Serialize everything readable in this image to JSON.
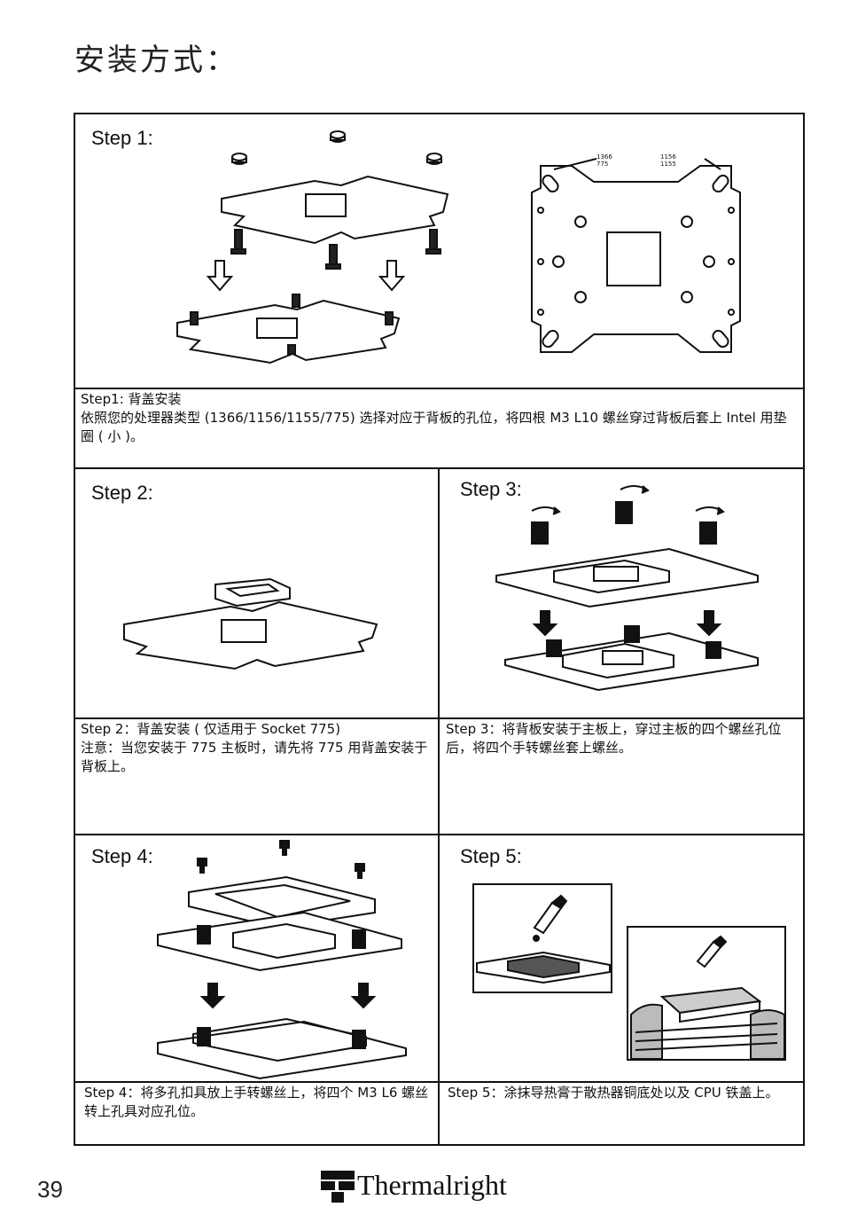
{
  "page": {
    "title": "安装方式：",
    "page_number": "39",
    "brand": "Thermalright"
  },
  "steps": [
    {
      "label": "Step 1:",
      "heading": "Step1: 背盖安装",
      "text": "依照您的处理器类型 (1366/1156/1155/775) 选择对应于背板的孔位，将四根 M3 L10 螺丝穿过背板后套上 Intel 用垫圈 ( 小 )。",
      "callouts": [
        "1366",
        "775",
        "1156",
        "1155"
      ]
    },
    {
      "label": "Step 2:",
      "heading": "Step 2：背盖安装 ( 仅适用于 Socket 775)",
      "text": "注意：当您安装于 775 主板时，请先将 775 用背盖安装于背板上。"
    },
    {
      "label": "Step 3:",
      "heading": "",
      "text": "Step 3：将背板安装于主板上，穿过主板的四个螺丝孔位后，将四个手转螺丝套上螺丝。"
    },
    {
      "label": "Step 4:",
      "heading": "",
      "text": "Step 4：将多孔扣具放上手转螺丝上，将四个 M3 L6 螺丝转上孔具对应孔位。"
    },
    {
      "label": "Step 5:",
      "heading": "",
      "text": "Step 5：涂抹导热膏于散热器铜底处以及 CPU 铁盖上。"
    }
  ]
}
